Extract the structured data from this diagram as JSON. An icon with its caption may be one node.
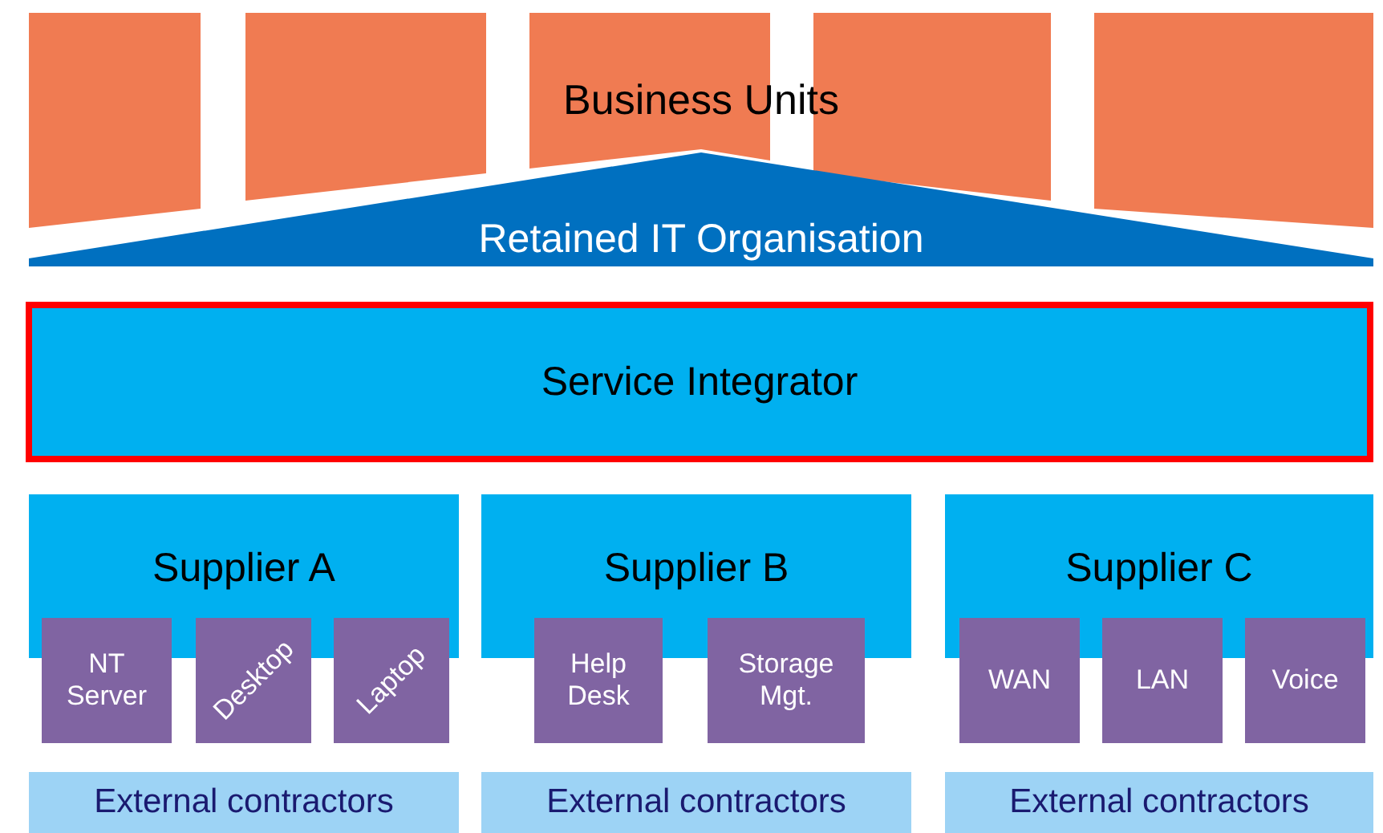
{
  "diagram": {
    "nodes": [
      {
        "text": [
          "Business Units"
        ]
      },
      {
        "text": [
          "Retained IT Organisation"
        ]
      },
      {
        "text": [
          "Service Integrator"
        ]
      },
      {
        "text": [
          "Supplier A"
        ]
      },
      {
        "text": [
          "NT Server"
        ]
      },
      {
        "text": [
          "Desktop"
        ]
      },
      {
        "text": [
          "Laptop"
        ]
      },
      {
        "text": [
          "External contractors"
        ]
      },
      {
        "text": [
          "Supplier B"
        ]
      },
      {
        "text": [
          "Help Desk"
        ]
      },
      {
        "text": [
          "Storage Mgt."
        ]
      },
      {
        "text": [
          "External contractors"
        ]
      },
      {
        "text": [
          "Supplier C"
        ]
      },
      {
        "text": [
          "WAN"
        ]
      },
      {
        "text": [
          "LAN"
        ]
      },
      {
        "text": [
          "Voice"
        ]
      },
      {
        "text": [
          "External contractors"
        ]
      }
    ],
    "edges": []
  }
}
